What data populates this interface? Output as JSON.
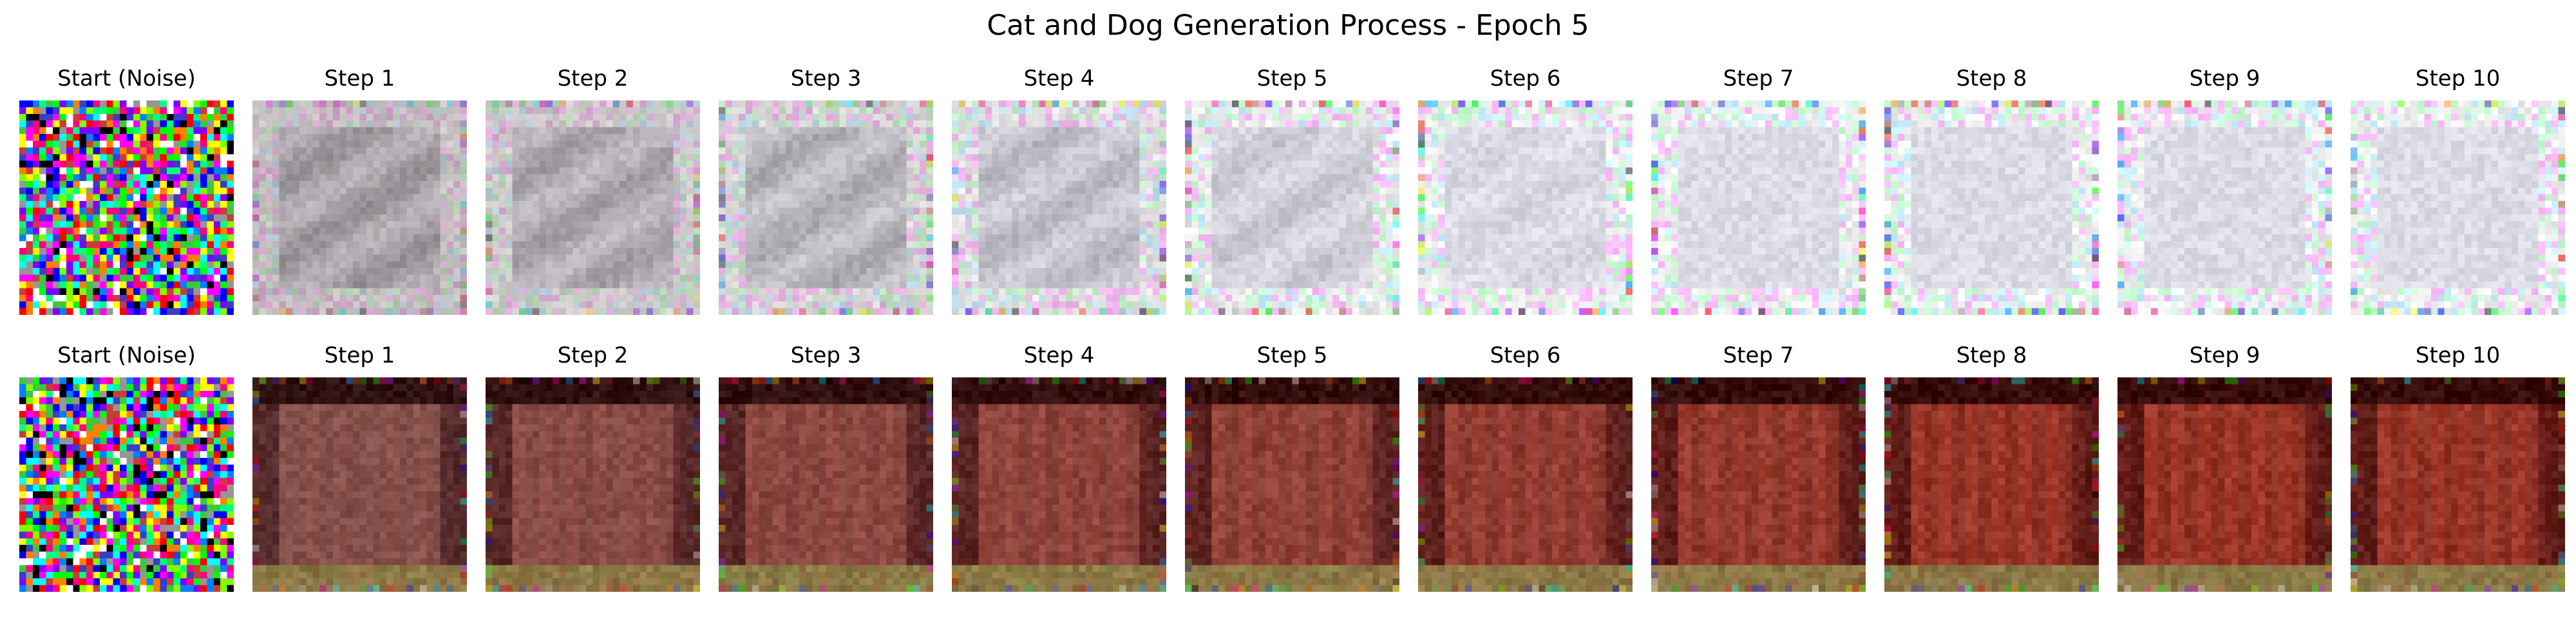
{
  "figure": {
    "title": "Cat and Dog Generation Process - Epoch 5"
  },
  "rows": [
    {
      "tone": "light-gray",
      "tint": "#c8c8d2",
      "panels": [
        {
          "title": "Start (Noise)",
          "kind": "noise"
        },
        {
          "title": "Step 1",
          "kind": "generated",
          "step": 1
        },
        {
          "title": "Step 2",
          "kind": "generated",
          "step": 2
        },
        {
          "title": "Step 3",
          "kind": "generated",
          "step": 3
        },
        {
          "title": "Step 4",
          "kind": "generated",
          "step": 4
        },
        {
          "title": "Step 5",
          "kind": "generated",
          "step": 5
        },
        {
          "title": "Step 6",
          "kind": "generated",
          "step": 6
        },
        {
          "title": "Step 7",
          "kind": "generated",
          "step": 7
        },
        {
          "title": "Step 8",
          "kind": "generated",
          "step": 8
        },
        {
          "title": "Step 9",
          "kind": "generated",
          "step": 9
        },
        {
          "title": "Step 10",
          "kind": "generated",
          "step": 10
        }
      ]
    },
    {
      "tone": "red-brown",
      "tint": "#a0382a",
      "panels": [
        {
          "title": "Start (Noise)",
          "kind": "noise"
        },
        {
          "title": "Step 1",
          "kind": "generated",
          "step": 1
        },
        {
          "title": "Step 2",
          "kind": "generated",
          "step": 2
        },
        {
          "title": "Step 3",
          "kind": "generated",
          "step": 3
        },
        {
          "title": "Step 4",
          "kind": "generated",
          "step": 4
        },
        {
          "title": "Step 5",
          "kind": "generated",
          "step": 5
        },
        {
          "title": "Step 6",
          "kind": "generated",
          "step": 6
        },
        {
          "title": "Step 7",
          "kind": "generated",
          "step": 7
        },
        {
          "title": "Step 8",
          "kind": "generated",
          "step": 8
        },
        {
          "title": "Step 9",
          "kind": "generated",
          "step": 9
        },
        {
          "title": "Step 10",
          "kind": "generated",
          "step": 10
        }
      ]
    }
  ]
}
